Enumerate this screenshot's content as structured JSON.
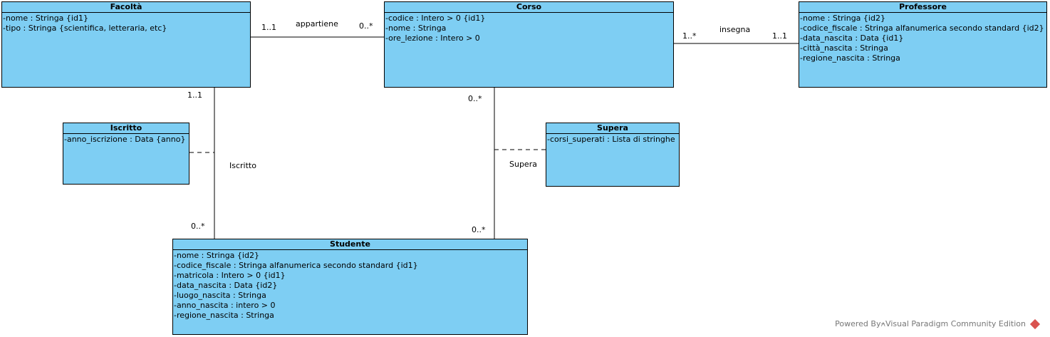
{
  "entities": {
    "facolta": {
      "name": "Facoltà",
      "attributes": [
        "-nome : Stringa {id1}",
        "-tipo : Stringa {scientifica, letteraria, etc}"
      ]
    },
    "corso": {
      "name": "Corso",
      "attributes": [
        "-codice : Intero > 0 {id1}",
        "-nome : Stringa",
        "-ore_lezione : Intero > 0"
      ]
    },
    "professore": {
      "name": "Professore",
      "attributes": [
        "-nome : Stringa {id2}",
        "-codice_fiscale : Stringa alfanumerica secondo standard {id2}",
        "-data_nascita : Data {id1}",
        "-città_nascita : Stringa",
        "-regione_nascita : Stringa"
      ]
    },
    "iscritto": {
      "name": "Iscritto",
      "attributes": [
        "-anno_iscrizione : Data {anno}"
      ]
    },
    "supera": {
      "name": "Supera",
      "attributes": [
        "-corsi_superati : Lista di stringhe"
      ]
    },
    "studente": {
      "name": "Studente",
      "attributes": [
        "-nome : Stringa {id2}",
        "-codice_fiscale : Stringa alfanumerica secondo standard {id1}",
        "-matricola : Intero > 0 {id1}",
        "-data_nascita : Data {id2}",
        "-luogo_nascita : Stringa",
        "-anno_nascita : intero > 0",
        "-regione_nascita : Stringa"
      ]
    }
  },
  "relations": {
    "appartiene": {
      "name": "appartiene",
      "mult_left": "1..1",
      "mult_right": "0..*"
    },
    "insegna": {
      "name": "insegna",
      "mult_left": "1..*",
      "mult_right": "1..1"
    },
    "iscritto": {
      "name": "Iscritto",
      "mult_top": "1..1",
      "mult_bottom": "0..*"
    },
    "supera": {
      "name": "Supera",
      "mult_top": "0..*",
      "mult_bottom": "0..*"
    }
  },
  "footer": {
    "text": "Powered By⍲Visual Paradigm Community Edition"
  }
}
